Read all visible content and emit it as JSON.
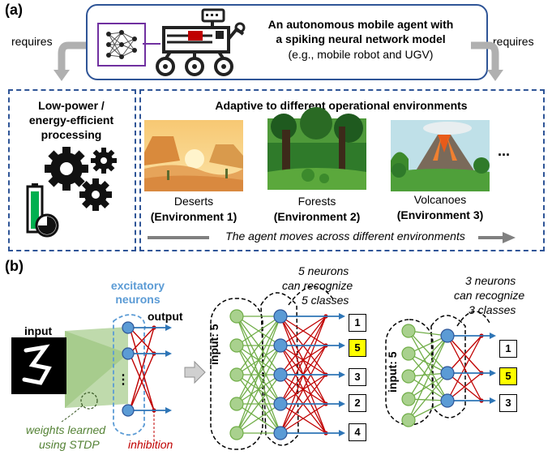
{
  "panel_a": {
    "label": "(a)",
    "requires_left": "requires",
    "requires_right": "requires",
    "agent_line1": "An autonomous mobile agent with",
    "agent_line2": "a spiking neural network model",
    "agent_line3": "(e.g., mobile robot and UGV)",
    "power_line1": "Low-power /",
    "power_line2": "energy-efficient",
    "power_line3": "processing",
    "adaptive_title": "Adaptive to different operational environments",
    "environments": [
      {
        "name": "Deserts",
        "env": "(Environment 1)"
      },
      {
        "name": "Forests",
        "env": "(Environment 2)"
      },
      {
        "name": "Volcanoes",
        "env": "(Environment 3)"
      }
    ],
    "ellipsis": "...",
    "moves_text": "The agent moves across different environments"
  },
  "panel_b": {
    "label": "(b)",
    "excitatory_line1": "excitatory",
    "excitatory_line2": "neurons",
    "output": "output",
    "input": "input",
    "dots": "⋮",
    "weights_line1": "weights learned",
    "weights_line2": "using STDP",
    "inhibition": "inhibition",
    "input5_a": "input: 5",
    "input5_b": "input: 5",
    "n5_line1": "5 neurons",
    "n5_line2": "can recognize",
    "n5_line3": "5 classes",
    "n3_line1": "3 neurons",
    "n3_line2": "can recognize",
    "n3_line3": "3 classes",
    "classes5": [
      "1",
      "5",
      "3",
      "2",
      "4"
    ],
    "classes3": [
      "1",
      "5",
      "3"
    ],
    "highlight_class": "5"
  },
  "colors": {
    "blue": "#2f5597",
    "neuron": "#5b9bd5",
    "input_neuron": "#a9d18e",
    "green_line": "#70ad47",
    "red": "#c00000",
    "highlight": "#ffff00"
  }
}
